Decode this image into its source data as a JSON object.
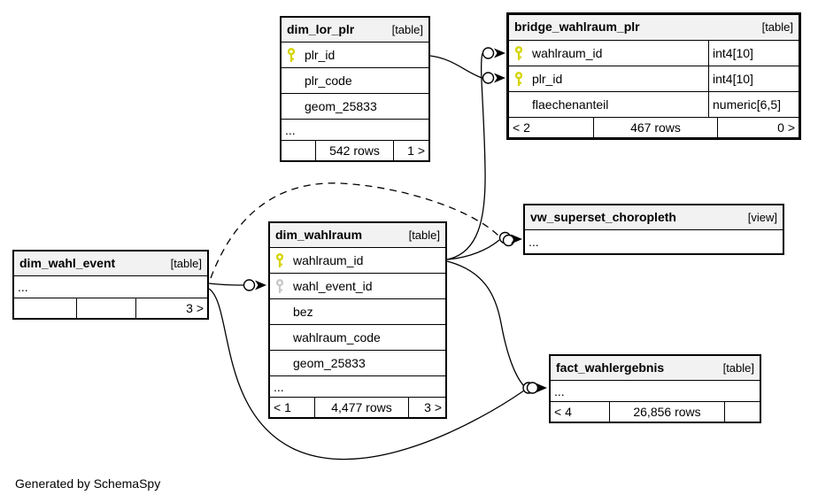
{
  "diagram": {
    "generator_note": "Generated by SchemaSpy",
    "colors": {
      "header_bg": "#f2f2f2",
      "border": "#000000",
      "pk_key": "#d4d400",
      "fk_key": "#c8c8c8"
    },
    "tables": [
      {
        "id": "dim_lor_plr",
        "name": "dim_lor_plr",
        "badge": "[table]",
        "columns": [
          {
            "name": "plr_id",
            "key": "pk"
          },
          {
            "name": "plr_code"
          },
          {
            "name": "geom_25833"
          },
          {
            "name": "...",
            "ellipsis": true
          }
        ],
        "footer": [
          "",
          "542 rows",
          "1 >"
        ]
      },
      {
        "id": "bridge_wahlraum_plr",
        "name": "bridge_wahlraum_plr",
        "badge": "[table]",
        "columns": [
          {
            "name": "wahlraum_id",
            "type": "int4[10]",
            "key": "pk"
          },
          {
            "name": "plr_id",
            "type": "int4[10]",
            "key": "pk"
          },
          {
            "name": "flaechenanteil",
            "type": "numeric[6,5]"
          }
        ],
        "footer": [
          "< 2",
          "467 rows",
          "0 >"
        ]
      },
      {
        "id": "vw_superset_choropleth",
        "name": "vw_superset_choropleth",
        "badge": "[view]",
        "columns": [
          {
            "name": "...",
            "ellipsis": true
          }
        ],
        "footer": null
      },
      {
        "id": "dim_wahlraum",
        "name": "dim_wahlraum",
        "badge": "[table]",
        "columns": [
          {
            "name": "wahlraum_id",
            "key": "pk"
          },
          {
            "name": "wahl_event_id",
            "key": "fk"
          },
          {
            "name": "bez"
          },
          {
            "name": "wahlraum_code"
          },
          {
            "name": "geom_25833"
          },
          {
            "name": "...",
            "ellipsis": true
          }
        ],
        "footer": [
          "< 1",
          "4,477 rows",
          "3 >"
        ]
      },
      {
        "id": "dim_wahl_event",
        "name": "dim_wahl_event",
        "badge": "[table]",
        "columns": [
          {
            "name": "...",
            "ellipsis": true
          }
        ],
        "footer": [
          "",
          "",
          "3 >"
        ]
      },
      {
        "id": "fact_wahlergebnis",
        "name": "fact_wahlergebnis",
        "badge": "[table]",
        "columns": [
          {
            "name": "...",
            "ellipsis": true
          }
        ],
        "footer": [
          "< 4",
          "26,856 rows",
          ""
        ]
      }
    ],
    "relationships": [
      {
        "from": "dim_lor_plr.plr_id",
        "to": "bridge_wahlraum_plr.plr_id",
        "style": "solid"
      },
      {
        "from": "dim_wahlraum.wahlraum_id",
        "to": "bridge_wahlraum_plr.wahlraum_id",
        "style": "solid"
      },
      {
        "from": "dim_wahlraum.wahlraum_id",
        "to": "vw_superset_choropleth",
        "style": "solid"
      },
      {
        "from": "dim_wahlraum.wahlraum_id",
        "to": "fact_wahlergebnis",
        "style": "solid"
      },
      {
        "from": "dim_wahl_event",
        "to": "dim_wahlraum.wahl_event_id",
        "style": "solid"
      },
      {
        "from": "dim_wahl_event",
        "to": "fact_wahlergebnis",
        "style": "solid"
      },
      {
        "from": "dim_wahl_event",
        "to": "vw_superset_choropleth",
        "style": "dashed"
      }
    ]
  }
}
